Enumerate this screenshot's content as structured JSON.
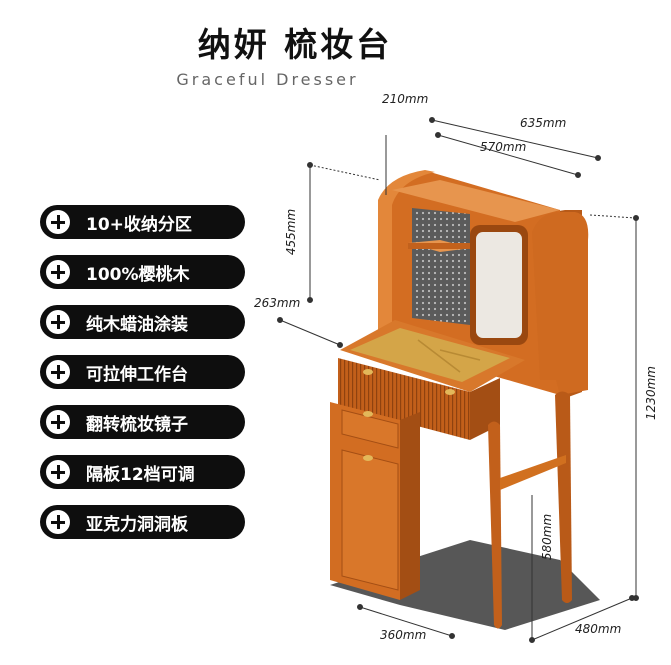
{
  "title": "纳妍 梳妆台",
  "subtitle": "Graceful Dresser",
  "features": [
    {
      "label": "10+收纳分区",
      "icon": "plus-circle-icon"
    },
    {
      "label": "100%樱桃木",
      "icon": "plus-circle-icon"
    },
    {
      "label": "纯木蜡油涂装",
      "icon": "plus-circle-icon"
    },
    {
      "label": "可拉伸工作台",
      "icon": "plus-circle-icon"
    },
    {
      "label": "翻转梳妆镜子",
      "icon": "plus-circle-icon"
    },
    {
      "label": "隔板12档可调",
      "icon": "plus-circle-icon"
    },
    {
      "label": "亚克力洞洞板",
      "icon": "plus-circle-icon"
    }
  ],
  "dimensions": {
    "top_depth": "210mm",
    "total_width": "635mm",
    "inner_width": "570mm",
    "hutch_height": "455mm",
    "desk_depth": "263mm",
    "total_height": "1230mm",
    "leg_height": "580mm",
    "cabinet_width": "360mm",
    "base_depth": "480mm"
  },
  "colors": {
    "wood": "#c8651e",
    "wood_dark": "#a44e14",
    "wood_light": "#e08a3e",
    "pill_bg": "#0e0e0e"
  }
}
